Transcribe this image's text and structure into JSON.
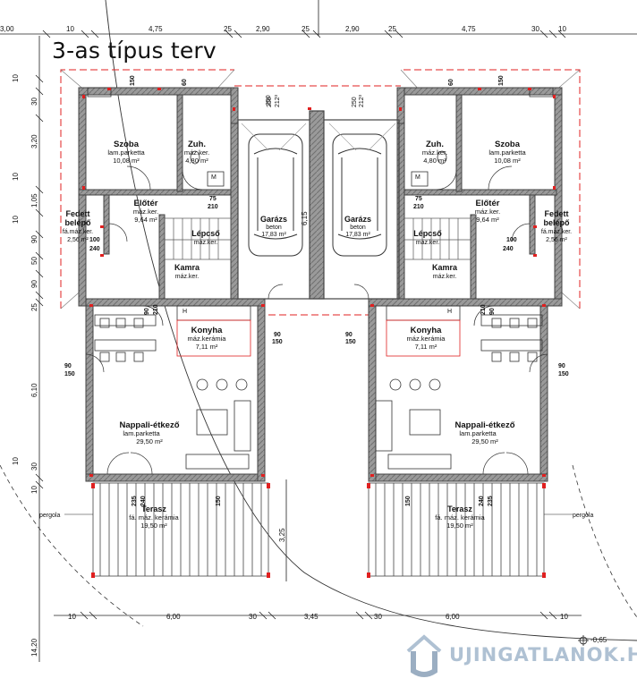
{
  "title": "3-as típus terv",
  "watermark": {
    "text": "UJINGATLANOK.HU"
  },
  "dimensions": {
    "top": [
      "3,00",
      "10",
      "4,75",
      "25",
      "2,90",
      "25",
      "2,90",
      "25",
      "4,75",
      "30",
      "10"
    ],
    "bottom": [
      "10",
      "6,00",
      "30",
      "3,45",
      "30",
      "6,00",
      "10"
    ],
    "left": [
      "30",
      "3,20",
      "1,05",
      "90",
      "50",
      "90",
      "25",
      "6,10",
      "30",
      "10",
      "14,20"
    ],
    "stack_left": [
      "10",
      "10",
      "10",
      "10"
    ],
    "garage_depth": "6,15",
    "terrace_depth": "3,25",
    "level": "-0,65",
    "roof_heights": [
      "212³",
      "250"
    ]
  },
  "rooms": {
    "szoba": {
      "name": "Szoba",
      "finish": "lam.parketta",
      "area": "10,08 m²"
    },
    "zuh": {
      "name": "Zuh.",
      "finish": "máz.ker.",
      "area": "4,80 m²"
    },
    "eloter": {
      "name": "Előtér",
      "finish": "máz.ker.",
      "area": "9,64 m²"
    },
    "fedett": {
      "name1": "Fedett",
      "name2": "belépő",
      "finish": "fá.máz.ker.",
      "area": "2,56 m²"
    },
    "garazs": {
      "name": "Garázs",
      "finish": "beton",
      "area": "17,83 m²"
    },
    "lepcso": {
      "name": "Lépcső",
      "finish": "máz.ker.",
      "area": ""
    },
    "kamra": {
      "name": "Kamra",
      "finish": "máz.ker.",
      "area": ""
    },
    "konyha": {
      "name": "Konyha",
      "finish": "máz.kerámia",
      "area": "7,11 m²"
    },
    "nappali": {
      "name": "Nappali-étkező",
      "finish": "lam.parketta",
      "area": "29,50 m²"
    },
    "terasz": {
      "name": "Terasz",
      "finish": "fá. máz. kerámia",
      "area": "19,50 m²"
    }
  },
  "labels": {
    "pergola": "pergola",
    "h": "H",
    "m": "M",
    "w150": "150",
    "w90": "90",
    "w75": "75",
    "w100": "100",
    "h210": "210",
    "h240": "240",
    "d60": "60",
    "d150": "150",
    "d235": "235",
    "d250": "250"
  },
  "colors": {
    "wall": "#555555",
    "wall_fill": "#8a8a8a",
    "accent": "#e02020",
    "line": "#222222"
  }
}
